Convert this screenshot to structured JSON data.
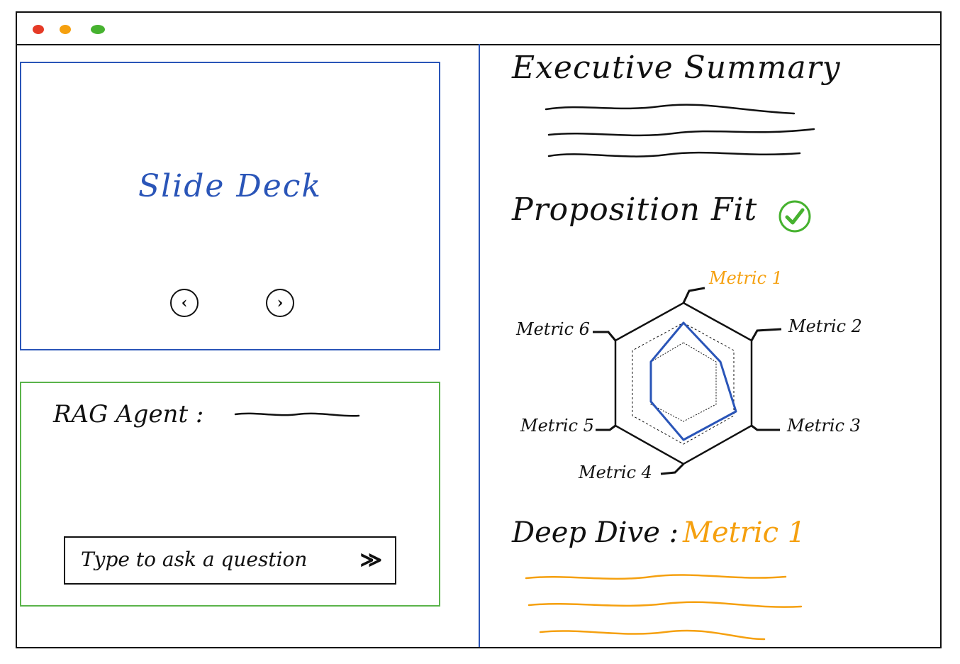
{
  "window": {
    "controls": [
      "close-dot",
      "minimize-dot",
      "maximize-dot"
    ],
    "colors": {
      "close": "#e53a26",
      "minimize": "#f5a00f",
      "maximize": "#46b22f"
    }
  },
  "slide_deck": {
    "title": "Slide Deck",
    "prev_icon": "chevron-left-icon",
    "next_icon": "chevron-right-icon",
    "prev_glyph": "‹",
    "next_glyph": "›",
    "border_color": "#2a55b8"
  },
  "rag_agent": {
    "label": "RAG Agent :",
    "input_placeholder": "Type to ask a question",
    "send_icon": "send-icon",
    "send_glyph": "≫",
    "border_color": "#5ab34a"
  },
  "executive_summary": {
    "title": "Executive Summary"
  },
  "proposition_fit": {
    "title": "Proposition Fit",
    "status_icon": "check-circle-icon",
    "status": "fit",
    "status_color": "#46b22f"
  },
  "radar": {
    "metrics": [
      "Metric 1",
      "Metric 2",
      "Metric 3",
      "Metric 4",
      "Metric 5",
      "Metric 6"
    ],
    "highlighted_metric": "Metric 1",
    "highlight_color": "#f5a00f",
    "series_color": "#2a55b8"
  },
  "deep_dive": {
    "label": "Deep Dive :",
    "metric": "Metric 1",
    "color": "#f5a00f"
  }
}
